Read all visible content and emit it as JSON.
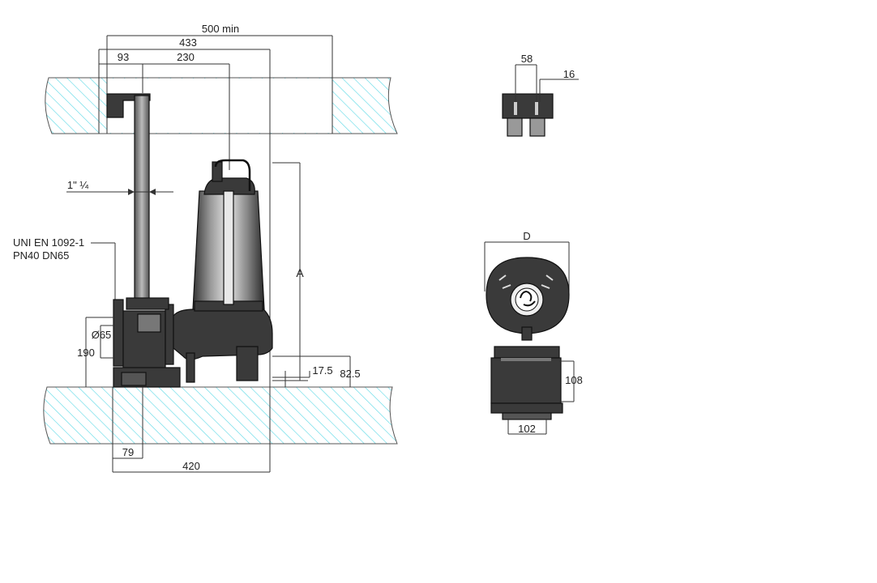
{
  "labels": {
    "d500": "500 min",
    "d433": "433",
    "d93": "93",
    "d230": "230",
    "pipe": "1\" ¼",
    "flange1": "UNI EN 1092-1",
    "flange2": "PN40 DN65",
    "bore": "Ø65",
    "d190": "190",
    "dimA": "A",
    "d175": "17.5",
    "d825": "82.5",
    "d79": "79",
    "d420": "420",
    "d58": "58",
    "d16": "16",
    "dimD": "D",
    "d108": "108",
    "d102": "102"
  },
  "colors": {
    "hatch": "#5ad8e6",
    "body": "#3a3a3a",
    "steel": "#b8b8b8",
    "line": "#333333"
  }
}
